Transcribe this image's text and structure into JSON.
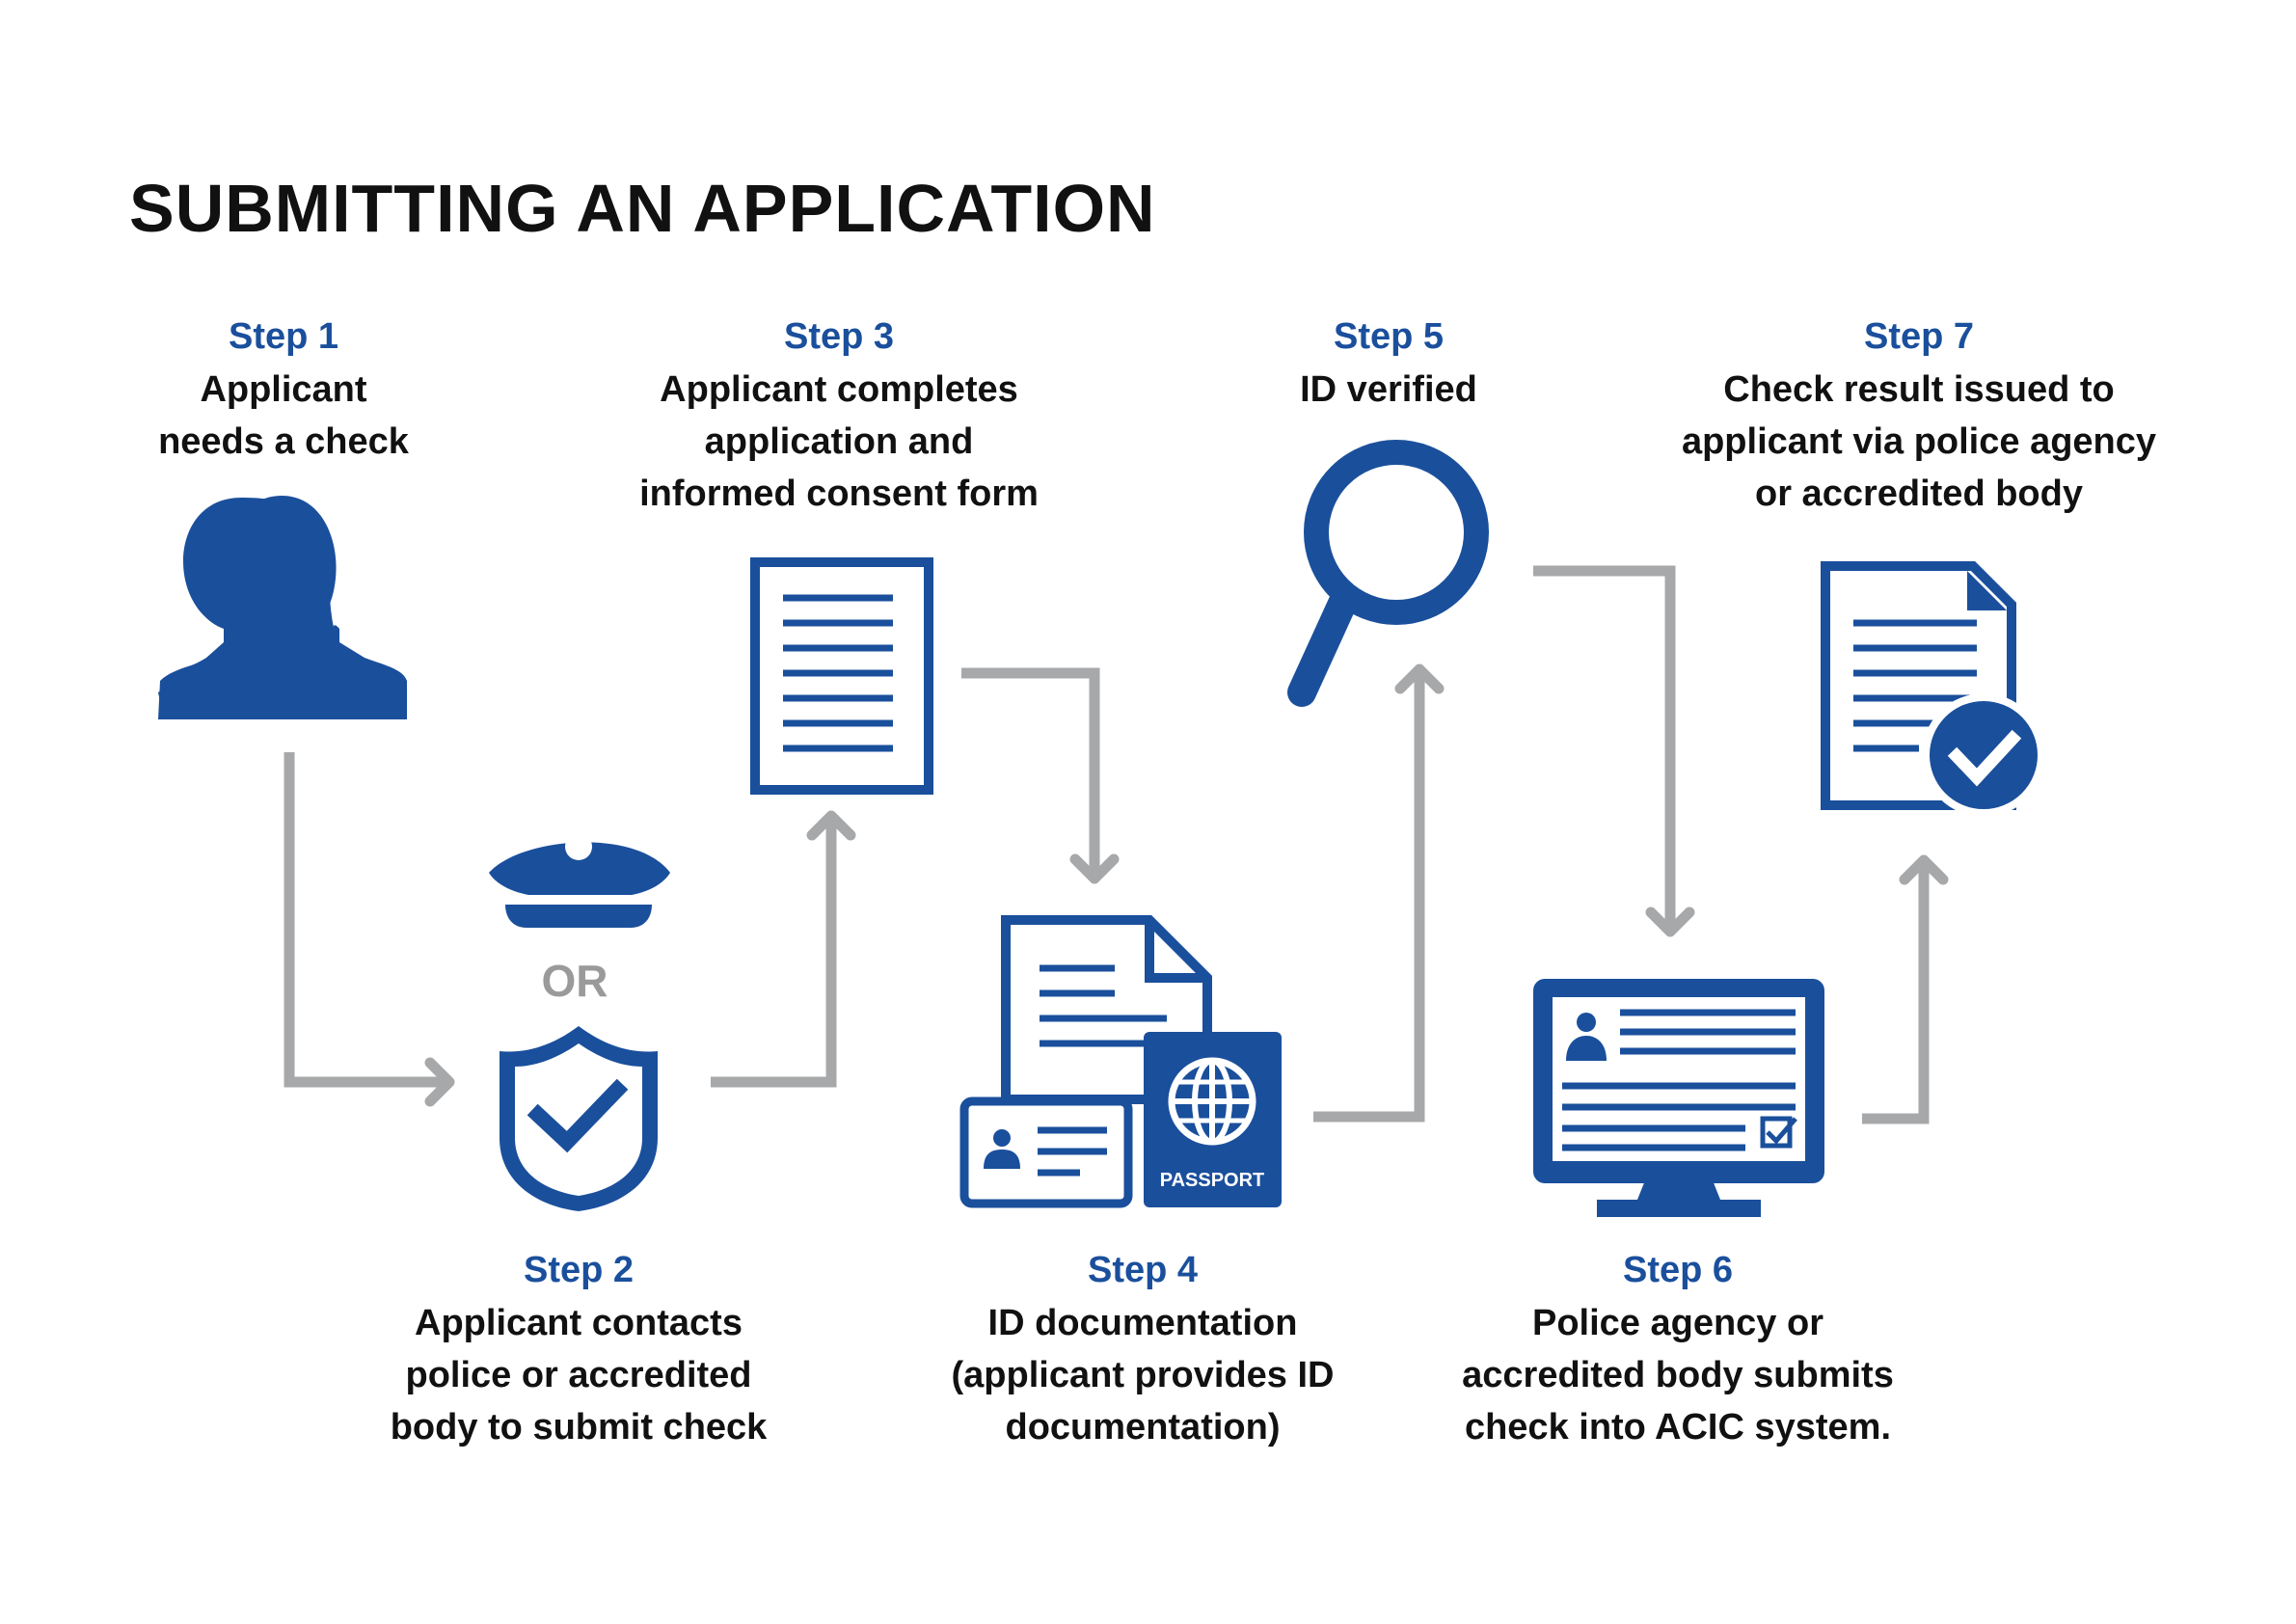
{
  "title": "SUBMITTING AN APPLICATION",
  "colors": {
    "blue": "#1a4f9c",
    "gray": "#a7a8aa",
    "text": "#111111"
  },
  "or_label": "OR",
  "passport_label": "PASSPORT",
  "steps": [
    {
      "label": "Step 1",
      "text": "Applicant\nneeds a check",
      "icon": "person-icon"
    },
    {
      "label": "Step 2",
      "text": "Applicant contacts\npolice or accredited\nbody to submit check",
      "icon": "police-cap-icon, shield-check-icon"
    },
    {
      "label": "Step 3",
      "text": "Applicant completes\napplication and\ninformed consent form",
      "icon": "form-document-icon"
    },
    {
      "label": "Step 4",
      "text": "ID documentation\n(applicant provides ID\ndocumentation)",
      "icon": "id-documents-icon"
    },
    {
      "label": "Step 5",
      "text": "ID verified",
      "icon": "magnifier-icon"
    },
    {
      "label": "Step 6",
      "text": "Police agency or\naccredited body submits\ncheck into ACIC system.",
      "icon": "computer-monitor-icon"
    },
    {
      "label": "Step 7",
      "text": "Check result issued to\napplicant via police agency\nor accredited body",
      "icon": "approved-document-icon"
    }
  ]
}
